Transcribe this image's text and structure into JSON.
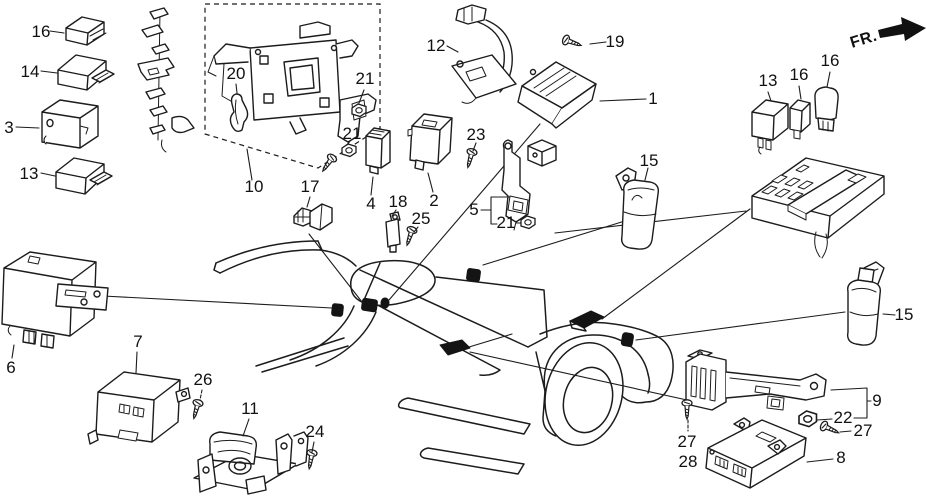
{
  "figure": {
    "type": "parts-diagram",
    "direction_indicator": {
      "label": "FR."
    },
    "colors": {
      "background": "#ffffff",
      "line": "#1c1c1c",
      "block_fill": "#141414"
    },
    "callouts": {
      "c1": "1",
      "c2": "2",
      "c3": "3",
      "c4": "4",
      "c5": "5",
      "c6": "6",
      "c7": "7",
      "c8": "8",
      "c9": "9",
      "c10": "10",
      "c11": "11",
      "c12": "12",
      "c13": "13",
      "c14": "14",
      "c15": "15",
      "c16": "16",
      "c17": "17",
      "c18": "18",
      "c19": "19",
      "c20": "20",
      "c21": "21",
      "c22": "22",
      "c23": "23",
      "c24": "24",
      "c25": "25",
      "c26": "26",
      "c27": "27",
      "c28": "28"
    },
    "callout_sequence": [
      "16",
      "14",
      "3",
      "13",
      "20",
      "21",
      "21",
      "10",
      "17",
      "4",
      "18",
      "25",
      "2",
      "23",
      "12",
      "19",
      "1",
      "5",
      "21",
      "15",
      "13",
      "16",
      "16",
      "15",
      "9",
      "22",
      "27",
      "27",
      "28",
      "8",
      "6",
      "7",
      "26",
      "11",
      "24"
    ]
  }
}
